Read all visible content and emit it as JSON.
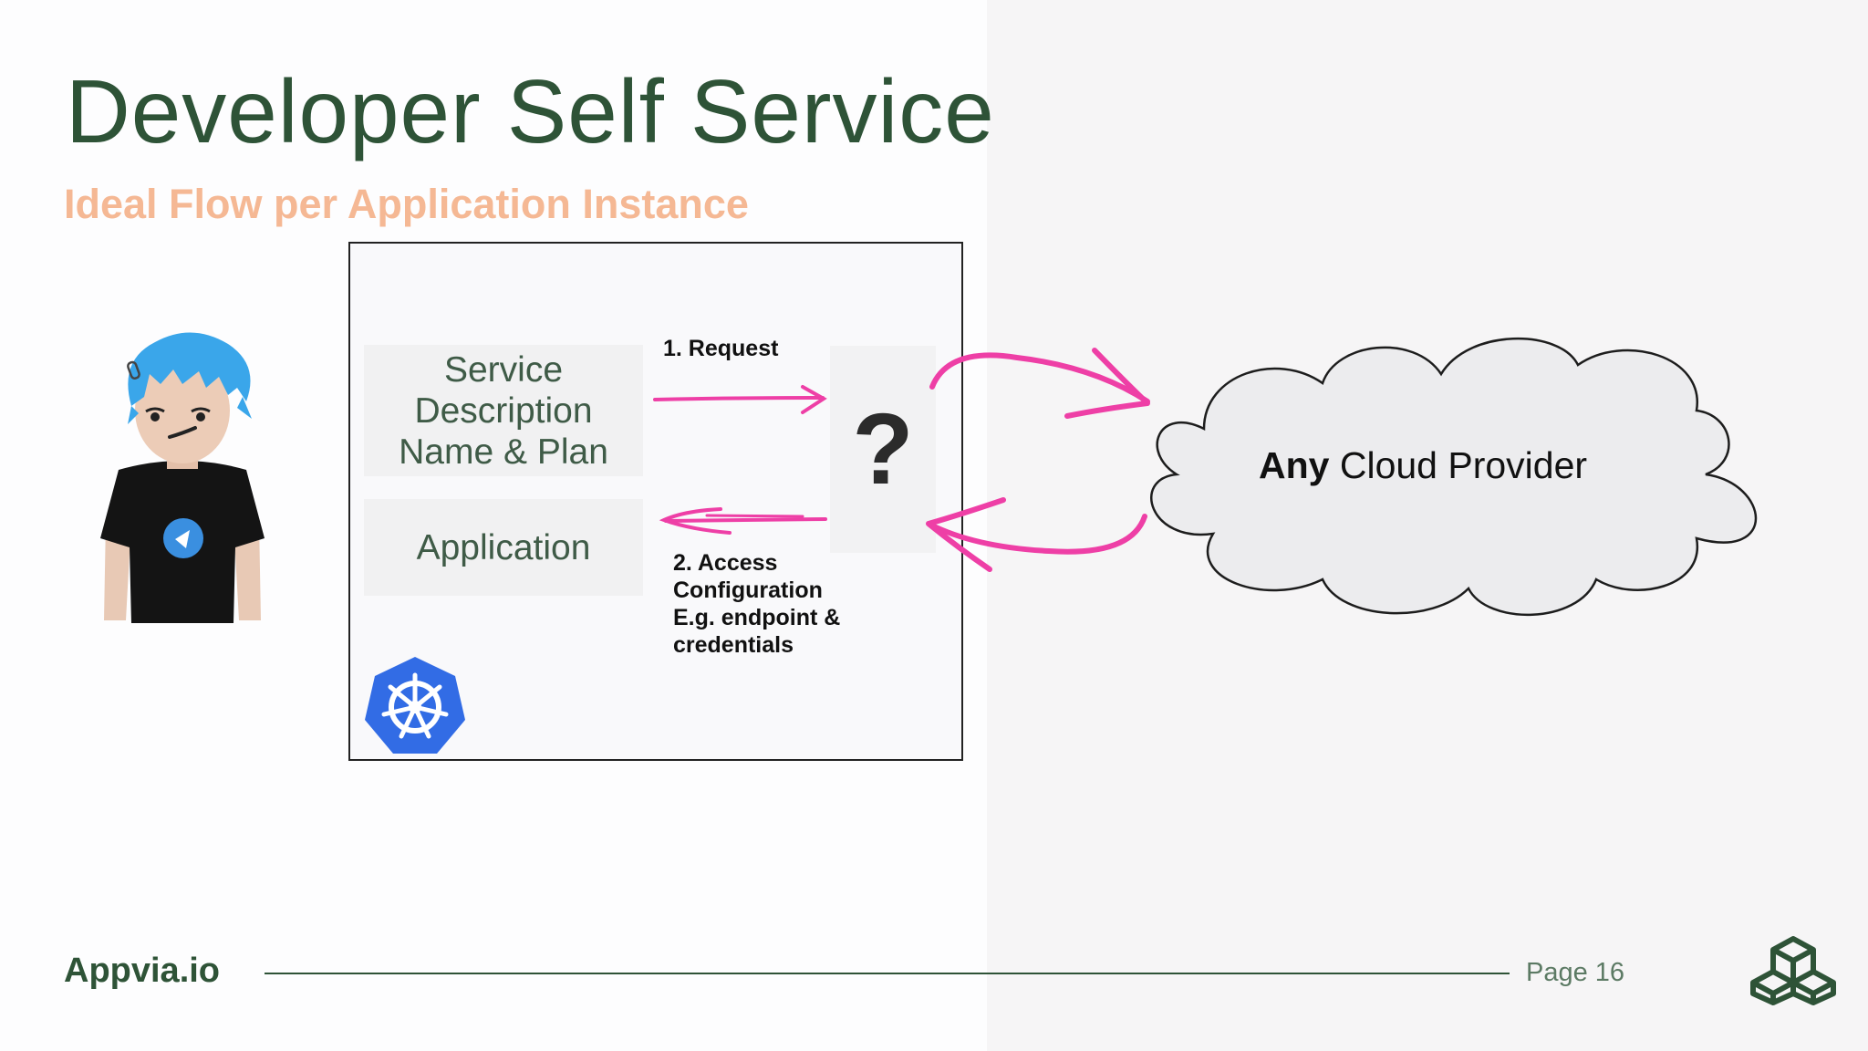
{
  "slide": {
    "title": "Developer Self Service",
    "subtitle": "Ideal Flow per Application Instance"
  },
  "diagram": {
    "service_tile": [
      "Service",
      "Description",
      "Name & Plan"
    ],
    "application_tile": "Application",
    "question_mark": "?",
    "request_label": "1. Request",
    "access_label": [
      "2. Access",
      "Configuration",
      "E.g. endpoint &",
      "credentials"
    ],
    "cloud": {
      "emphasis": "Any",
      "rest": " Cloud Provider"
    }
  },
  "footer": {
    "brand": "Appvia.io",
    "page": "Page 16"
  },
  "colors": {
    "title": "#2e5337",
    "subtitle": "#f5b894",
    "arrows": "#ee3fa6",
    "k8s_blue": "#326ce5"
  },
  "icons": [
    "developer-avatar",
    "kubernetes-icon",
    "cloud-shape",
    "appvia-logo-icon"
  ]
}
